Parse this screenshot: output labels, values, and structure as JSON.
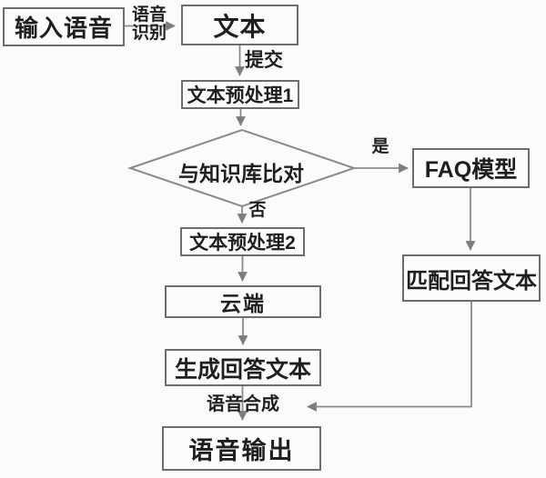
{
  "diagram": {
    "type": "flowchart",
    "language": "zh",
    "nodes": {
      "input_voice": {
        "label": "输入语音"
      },
      "text": {
        "label": "文本"
      },
      "preprocess1": {
        "label": "文本预处理1"
      },
      "compare": {
        "label": "与知识库比对"
      },
      "faq_model": {
        "label": "FAQ模型"
      },
      "match_answer": {
        "label": "匹配回答文本"
      },
      "preprocess2": {
        "label": "文本预处理2"
      },
      "cloud": {
        "label": "云端"
      },
      "generate_answer": {
        "label": "生成回答文本"
      },
      "voice_output": {
        "label": "语音输出"
      }
    },
    "edge_labels": {
      "speech_recognition_line1": "语音",
      "speech_recognition_line2": "识别",
      "submit": "提交",
      "yes": "是",
      "no": "否",
      "speech_synthesis": "语音合成"
    },
    "colors": {
      "background": "#fbfbfa",
      "box_border": "#6d6d6d",
      "connector_line": "#8a8a8a",
      "text": "#1f1f1f"
    }
  }
}
